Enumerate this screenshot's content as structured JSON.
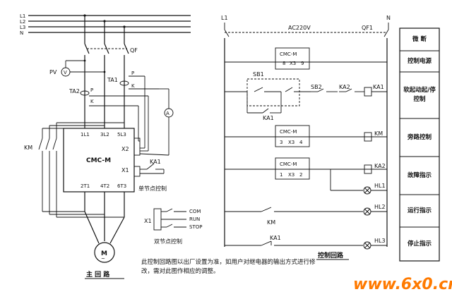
{
  "main_circuit": {
    "phases": [
      "L1",
      "L2",
      "L3",
      "N"
    ],
    "km_label": "KM",
    "pv_label": "PV",
    "ta1_label": "TA1",
    "ta2_label": "TA2",
    "qf_label": "QF",
    "p_label": "P",
    "k_label": "K",
    "ammeter": "A",
    "voltmeter": "V",
    "cmc_label": "CMC-M",
    "terms_top": [
      "1L1",
      "3L2",
      "5L3"
    ],
    "terms_bot": [
      "2T1",
      "4T2",
      "6T3"
    ],
    "x1": "X1",
    "x2": "X2",
    "ka1": "KA1",
    "motor": "M",
    "single_ctrl": "单节点控制",
    "double_ctrl": "双节点控制",
    "com": "COM",
    "run": "RUN",
    "stop": "STOP",
    "title": "主 回 路"
  },
  "control_circuit": {
    "l1": "L1",
    "n": "N",
    "ac": "AC220V",
    "qf1": "QF1",
    "cmc": "CMC-M",
    "x3_a": [
      "8",
      "X3",
      "9"
    ],
    "x3_b": [
      "3",
      "X3",
      "4"
    ],
    "x3_c": [
      "1",
      "X3",
      "2"
    ],
    "sb1": "SB1",
    "sb2": "SB2",
    "ka2": "KA2",
    "ka1": "KA1",
    "km": "KM",
    "hl1": "HL1",
    "hl2": "HL2",
    "hl3": "HL3",
    "title": "控制回路"
  },
  "legend": [
    "微 断",
    "控制电源",
    "软起动起/停控制",
    "旁路控制",
    "故障指示",
    "运行指示",
    "停止指示"
  ],
  "note": "此控制回路图以出厂设置为准，如用户对继电器的输出方式进行修改，需对此图作相应的调整。",
  "watermark": "www.6x0.cn"
}
